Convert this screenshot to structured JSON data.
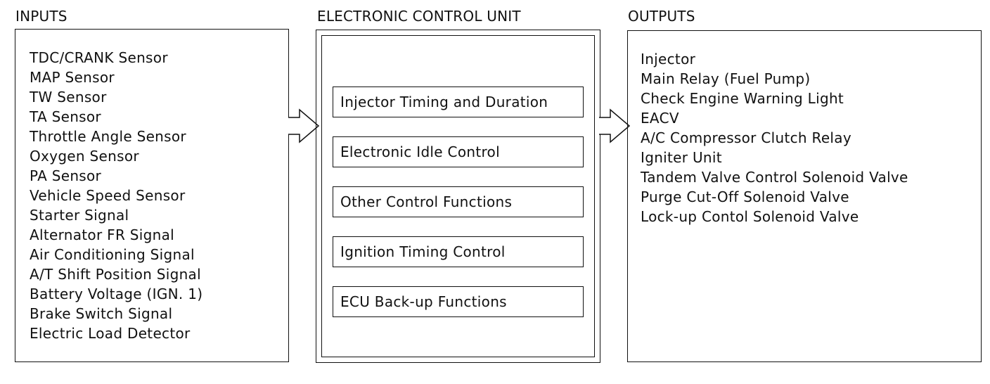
{
  "inputs": {
    "heading": "INPUTS",
    "items": [
      "TDC/CRANK Sensor",
      "MAP Sensor",
      "TW Sensor",
      "TA Sensor",
      "Throttle Angle Sensor",
      "Oxygen Sensor",
      "PA Sensor",
      "Vehicle Speed Sensor",
      "Starter Signal",
      "Alternator FR Signal",
      "Air Conditioning Signal",
      "A/T Shift Position Signal",
      "Battery Voltage (IGN. 1)",
      "Brake Switch Signal",
      "Electric Load Detector"
    ]
  },
  "ecu": {
    "heading": "ELECTRONIC CONTROL UNIT",
    "functions": [
      "Injector Timing and Duration",
      "Electronic Idle Control",
      "Other Control Functions",
      "Ignition Timing Control",
      "ECU Back-up Functions"
    ]
  },
  "outputs": {
    "heading": "OUTPUTS",
    "items": [
      "Injector",
      "Main Relay (Fuel Pump)",
      "Check Engine  Warning Light",
      "EACV",
      "A/C Compressor Clutch Relay",
      "Igniter Unit",
      "Tandem Valve Control Solenoid Valve",
      "Purge Cut-Off Solenoid Valve",
      "Lock-up Contol Solenoid Valve"
    ]
  },
  "colors": {
    "line": "#111111",
    "background": "#ffffff"
  }
}
